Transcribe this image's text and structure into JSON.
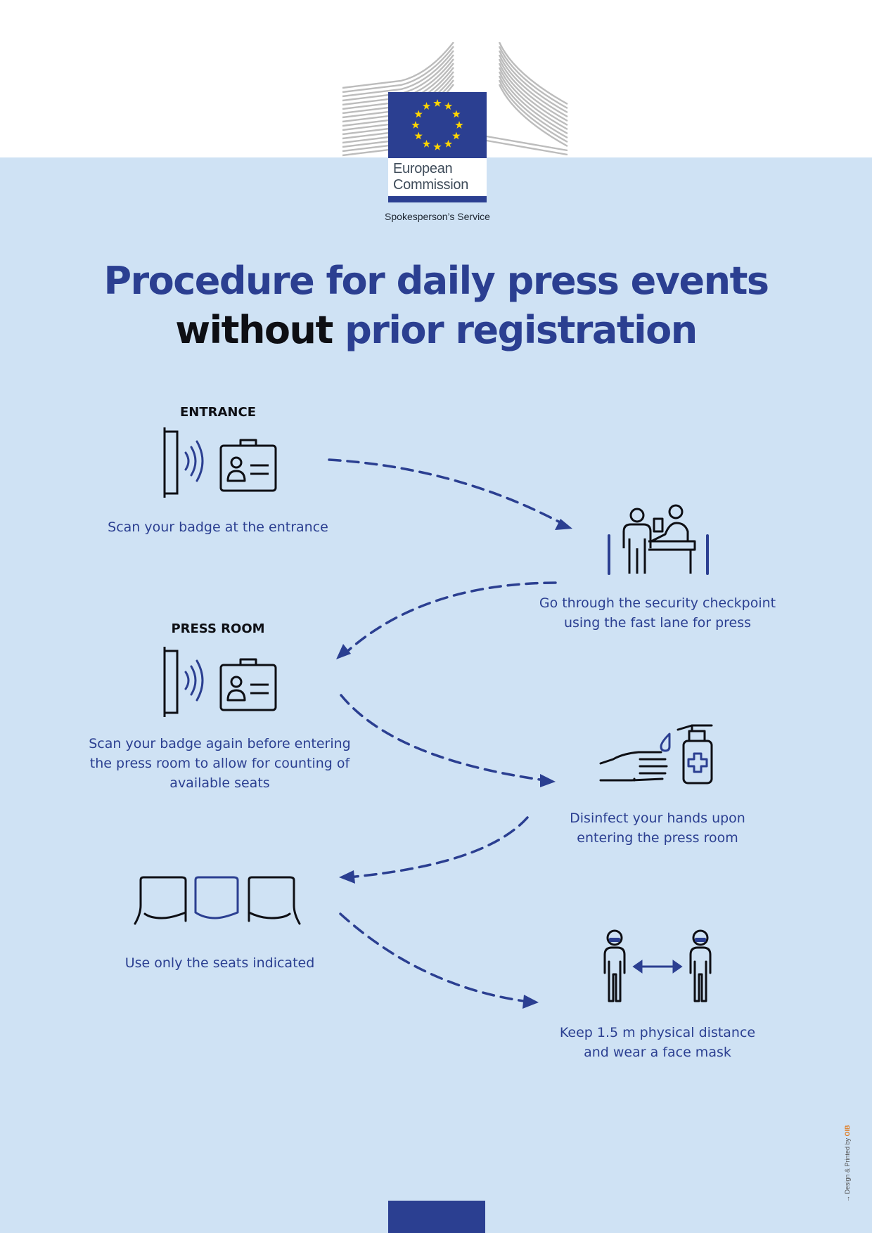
{
  "logo": {
    "line1": "European",
    "line2": "Commission",
    "service": "Spokesperson’s Service",
    "colors": {
      "flag_blue": "#2b3f91",
      "stars": "#ffd500",
      "background": "#cfe2f4"
    }
  },
  "title": {
    "line1": "Procedure for daily press events",
    "line2_dark": "without",
    "line2_blue": " prior registration"
  },
  "steps": [
    {
      "heading": "ENTRANCE",
      "caption": "Scan your badge at the entrance",
      "icon": "badge-scanner-icon"
    },
    {
      "caption_line1": "Go through the security checkpoint",
      "caption_line2": "using the fast lane for press",
      "icon": "security-checkpoint-icon"
    },
    {
      "heading": "PRESS ROOM",
      "caption_line1": "Scan your badge again before entering",
      "caption_line2": "the press room to allow for counting of",
      "caption_line3": "available seats",
      "icon": "badge-scanner-icon"
    },
    {
      "caption_line1": "Disinfect your hands upon",
      "caption_line2": "entering the press room",
      "icon": "hand-sanitizer-icon"
    },
    {
      "caption": "Use only the seats indicated",
      "icon": "seats-icon"
    },
    {
      "caption_line1": "Keep 1.5 m physical distance",
      "caption_line2": "and wear a face mask",
      "icon": "physical-distance-icon"
    }
  ],
  "credit": {
    "prefix": "→ Design & Printed by ",
    "brand": "OIB"
  }
}
